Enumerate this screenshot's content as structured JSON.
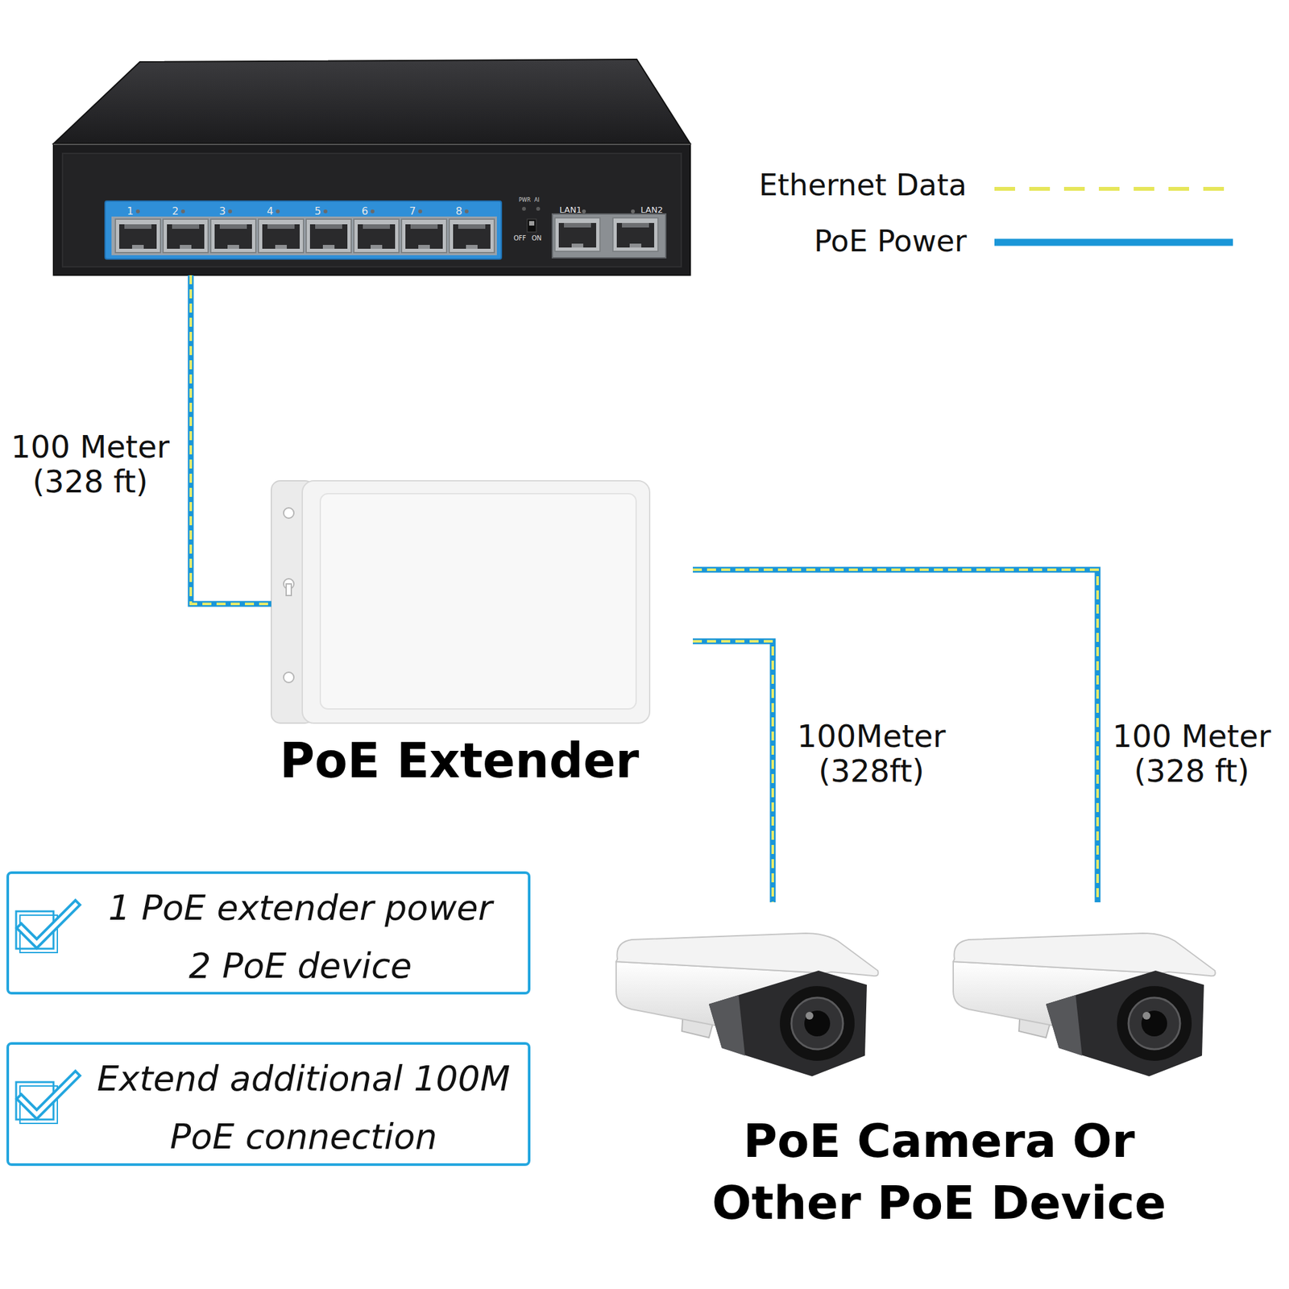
{
  "diagram": {
    "nodes": [
      {
        "text": [
          "1",
          "2",
          "3",
          "4",
          "5",
          "6",
          "7",
          "8",
          "PWR",
          "AI",
          "OFF",
          "ON",
          "LAN1",
          "LAN2"
        ]
      },
      {
        "text": [
          "PoE Extender"
        ]
      },
      {
        "text": [
          "1 PoE extender power 2 PoE device"
        ]
      },
      {
        "text": [
          "PoE Camera Or Other PoE Device"
        ]
      },
      {
        "text": [
          "Extend additional 100M PoE connection"
        ]
      }
    ],
    "edges": [
      {
        "from": 0,
        "to": 1,
        "arrow": "none",
        "label": "100 Meter (328 ft)"
      },
      {
        "from": 1,
        "to": 3,
        "arrow": "none",
        "label": "100Meter (328ft)"
      },
      {
        "from": 1,
        "to": 3,
        "arrow": "none",
        "label": "100 Meter (328 ft)"
      }
    ],
    "legend": [
      {
        "text": "Ethernet Data"
      },
      {
        "text": "PoE Power"
      }
    ]
  }
}
